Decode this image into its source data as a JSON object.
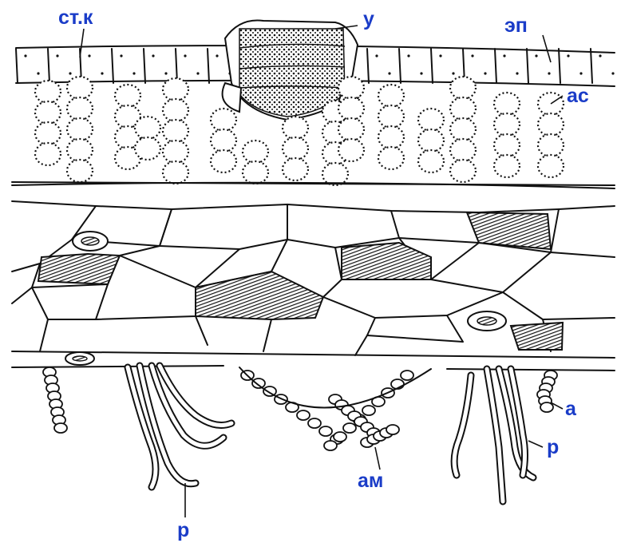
{
  "colors": {
    "label": "#1a3cc8",
    "ink": "#111111",
    "background": "#ffffff"
  },
  "labels": {
    "st_k": "ст.к",
    "u": "у",
    "ep": "эп",
    "as": "ас",
    "a": "а",
    "r_right": "р",
    "am": "ам",
    "r_bottom": "р"
  }
}
